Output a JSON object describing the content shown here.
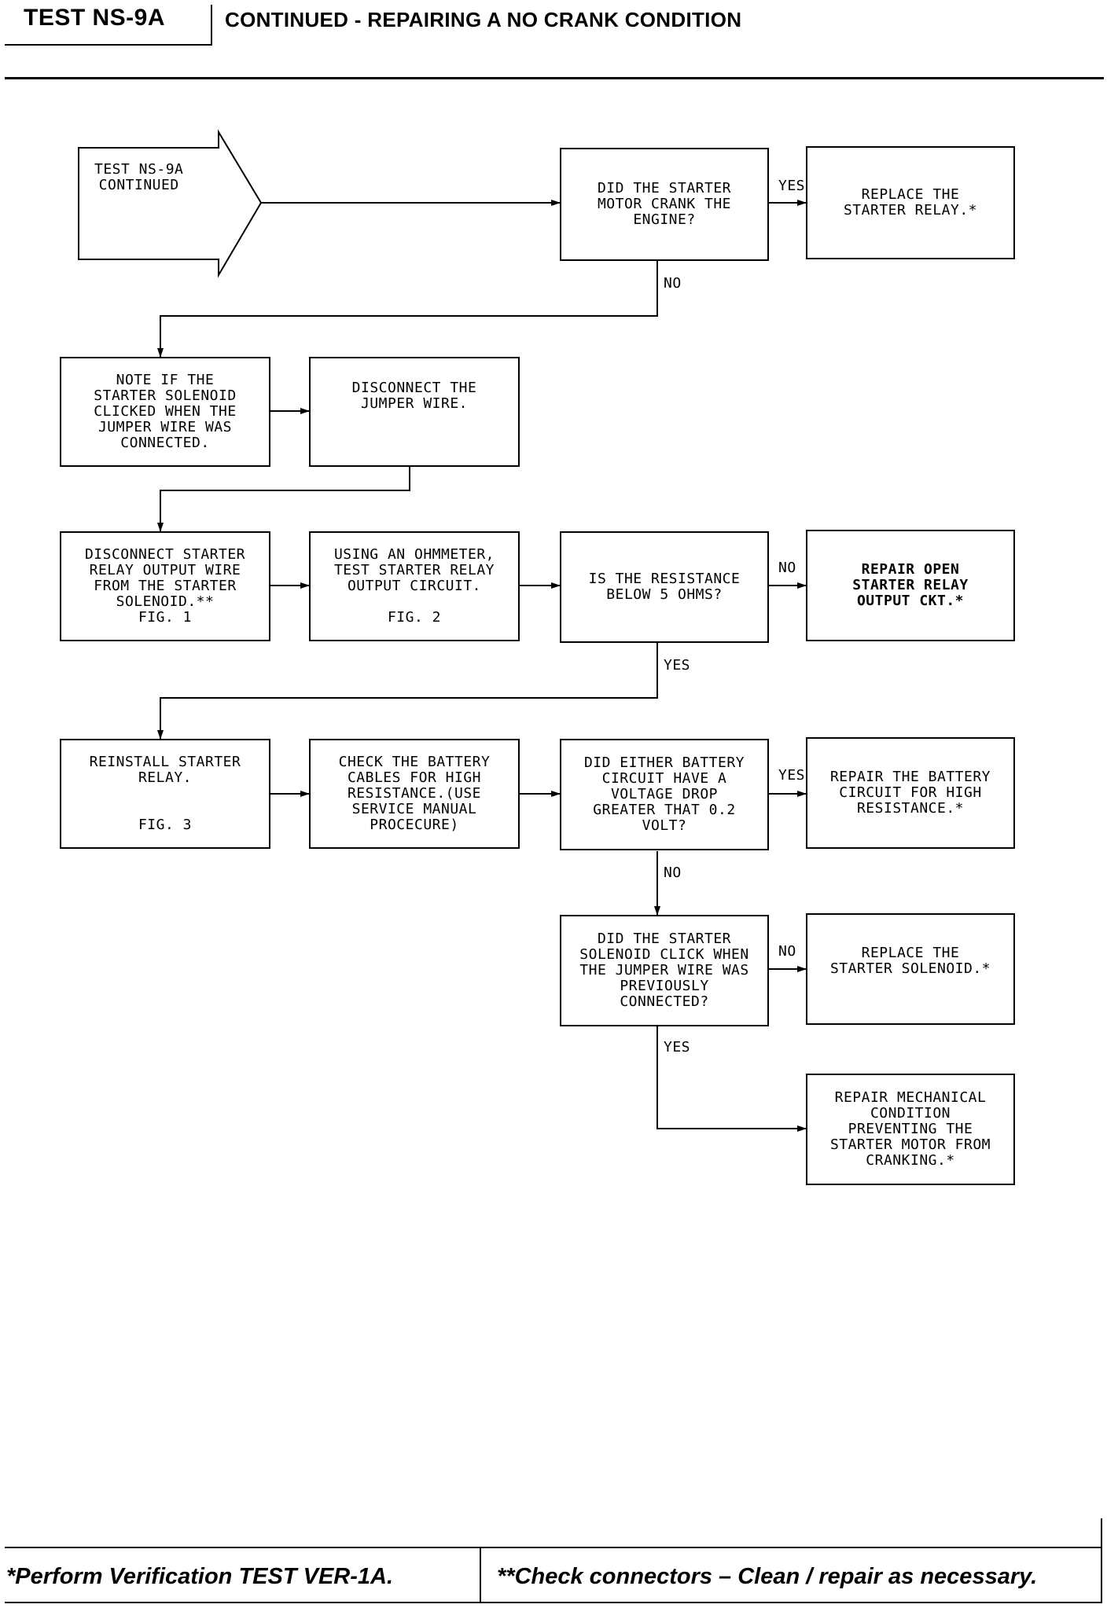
{
  "header": {
    "test_code": "TEST NS-9A",
    "title": "CONTINUED - REPAIRING A NO CRANK CONDITION"
  },
  "flowchart": {
    "start": "TEST NS-9A\nCONTINUED",
    "q_crank": "DID THE STARTER\nMOTOR CRANK THE\nENGINE?",
    "replace_relay": "REPLACE THE\nSTARTER RELAY.*",
    "note_solenoid": "NOTE IF THE\nSTARTER SOLENOID\nCLICKED WHEN THE\nJUMPER WIRE WAS\nCONNECTED.",
    "disconnect_jumper": "DISCONNECT THE\nJUMPER WIRE.",
    "disconnect_output": "DISCONNECT STARTER\nRELAY OUTPUT WIRE\nFROM THE STARTER\nSOLENOID.**\nFIG. 1",
    "ohmmeter": "USING AN OHMMETER,\nTEST STARTER RELAY\nOUTPUT CIRCUIT.\n\nFIG. 2",
    "q_resistance": "IS THE RESISTANCE\nBELOW 5 OHMS?",
    "repair_open": "REPAIR OPEN\nSTARTER RELAY\nOUTPUT CKT.*",
    "reinstall": "REINSTALL STARTER\nRELAY.\n\n\nFIG. 3",
    "check_cables": "CHECK THE BATTERY\nCABLES FOR HIGH\nRESISTANCE.(USE\nSERVICE MANUAL\nPROCECURE)",
    "q_voltage_drop": "DID EITHER BATTERY\nCIRCUIT HAVE A\nVOLTAGE DROP\nGREATER THAT 0.2\nVOLT?",
    "repair_battery": "REPAIR THE BATTERY\nCIRCUIT FOR HIGH\nRESISTANCE.*",
    "q_solenoid_click": "DID THE STARTER\nSOLENOID CLICK WHEN\nTHE JUMPER WIRE WAS\nPREVIOUSLY\nCONNECTED?",
    "replace_solenoid": "REPLACE THE\nSTARTER SOLENOID.*",
    "repair_mechanical": "REPAIR MECHANICAL\nCONDITION\nPREVENTING THE\nSTARTER MOTOR FROM\nCRANKING.*",
    "labels": {
      "crank_yes": "YES",
      "crank_no": "NO",
      "resistance_no": "NO",
      "resistance_yes": "YES",
      "voltage_yes": "YES",
      "voltage_no": "NO",
      "click_no": "NO",
      "click_yes": "YES"
    }
  },
  "footer": {
    "left": "*Perform Verification TEST VER-1A.",
    "right": "**Check connectors – Clean / repair as necessary."
  }
}
